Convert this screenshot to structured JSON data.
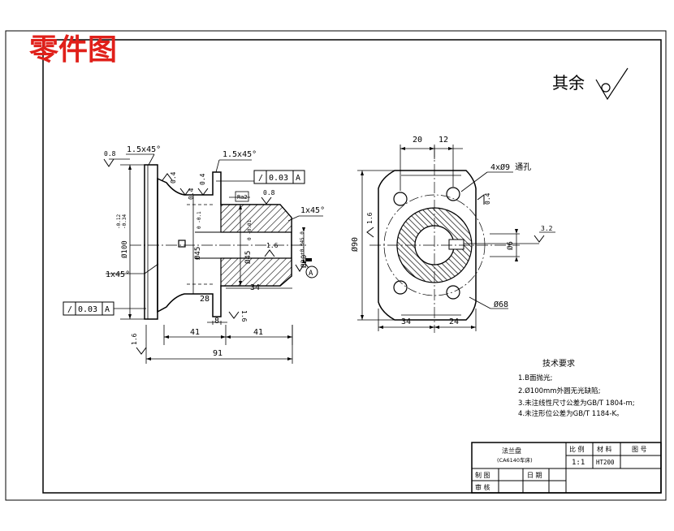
{
  "header": {
    "stamp_title": "零件图",
    "stamp_color": "#e0201a",
    "rest_roughness": "其余"
  },
  "colors": {
    "line": "#000000",
    "hatch": "#000000",
    "paper": "#ffffff"
  },
  "section_view": {
    "roughness_top": "0.8",
    "chamfer_top": "1.5x45°",
    "roughness_a": "0.4",
    "roughness_b": "0.4",
    "roughness_c": "0.4",
    "chamfer_neck": "1.5x45°",
    "fcf_top": {
      "symbol": "/",
      "value": "0.03",
      "datum": "A"
    },
    "ra_small": "Ra2",
    "roughness_bore": "0.8",
    "chamfer_right": "1x45°",
    "dia_100": "Ø100",
    "tol_100_upper": "-0.12",
    "tol_100_lower": "-0.34",
    "dia_45_left": "Ø45",
    "tol_45": "0 -0.1",
    "dia_45_right": "Ø45",
    "tol_45b": "0 -0.01",
    "roughness_inner": "1.6",
    "dia_20": "Ø20",
    "tol_20": "+0.045 0",
    "datum_a": "A",
    "chamfer_left": "1x45°",
    "fcf_bottom": {
      "symbol": "/",
      "value": "0.03",
      "datum": "A"
    },
    "dim_28": "28",
    "dim_34": "34",
    "dim_8": "8",
    "roughness_bottom": "1.6",
    "dim_41_left": "41",
    "dim_41_right": "41",
    "roughness_left": "1.6",
    "dim_91": "91"
  },
  "end_view": {
    "dim_20": "20",
    "dim_12": "12",
    "holes_note": "4xØ9 通孔",
    "roughness_right": "0.4",
    "roughness_left": "1.6",
    "roughness_keyway": "3.2",
    "dia_90": "Ø90",
    "dia_6": "Ø6",
    "dia_68": "Ø68",
    "dim_34": "34",
    "dim_24": "24"
  },
  "tech_requirements": {
    "title": "技术要求",
    "items": [
      "1.B面抛光;",
      "2.Ø100mm外圆无光缺陷;",
      "3.未注线性尺寸公差为GB/T 1804-m;",
      "4.未注形位公差为GB/T 1184-K。"
    ]
  },
  "title_block": {
    "part_name": "法兰盘",
    "part_sub": "(CA6140车床)",
    "h_scale": "比 例",
    "h_material": "材 料",
    "h_drawing_no": "图 号",
    "scale": "1:1",
    "material": "HT200",
    "drawn_label": "制 图",
    "date_label": "日 期",
    "checked_label": "审 核"
  }
}
